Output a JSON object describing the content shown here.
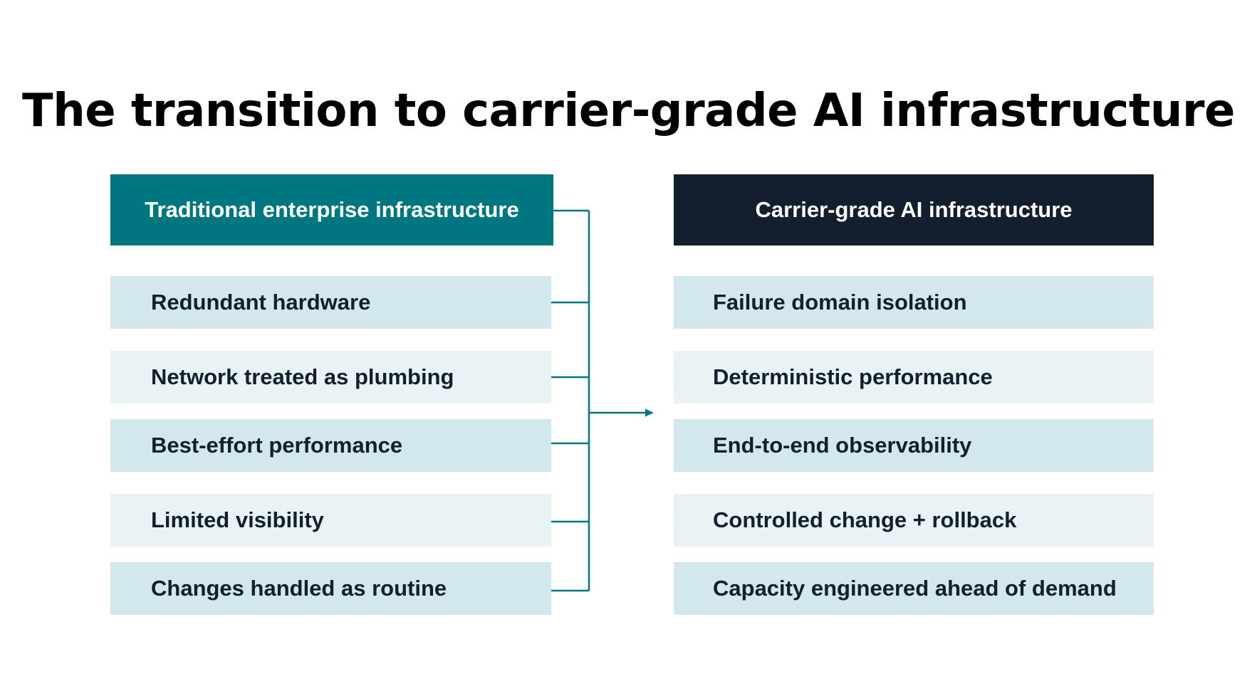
{
  "title": "The transition to carrier-grade AI infrastructure",
  "colors": {
    "left_header_bg": "#007681",
    "right_header_bg": "#131f2e",
    "item_dark_bg": "#d3e8ec",
    "item_light_bg": "#e9f3f5",
    "connector": "#007681"
  },
  "left_column": {
    "header": "Traditional enterprise infrastructure",
    "items": [
      "Redundant hardware",
      "Network treated as plumbing",
      "Best-effort performance",
      "Limited visibility",
      "Changes handled as routine"
    ]
  },
  "right_column": {
    "header": "Carrier-grade AI infrastructure",
    "items": [
      "Failure domain isolation",
      "Deterministic performance",
      "End-to-end observability",
      "Controlled change + rollback",
      "Capacity engineered ahead of demand"
    ]
  }
}
